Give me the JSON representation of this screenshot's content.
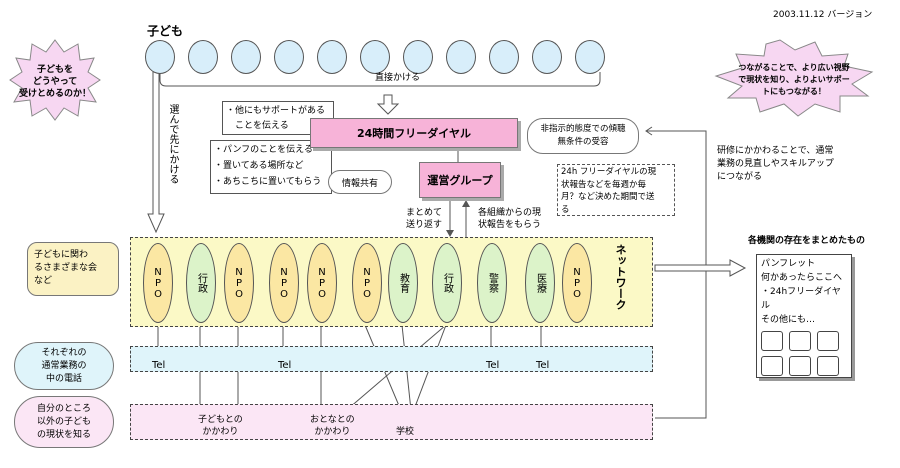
{
  "version": "2003.11.12 バージョン",
  "children_label": "子ども",
  "starburst_left": [
    "子どもを",
    "どうやって",
    "受けとめるのか！"
  ],
  "starburst_right": [
    "つながることで、より広い視野",
    "で現状を知り、よりよいサポー",
    "トにもつながる！"
  ],
  "direct_label": "直接かける",
  "choose_label": "選んで先にかける",
  "support_box": [
    "・他にもサポートがある",
    "　ことを伝える"
  ],
  "pamphlet_box": [
    "・パンフのことを伝える",
    "・置いてある場所など",
    "・あちこちに置いてもらう"
  ],
  "hotline": "24時間フリーダイヤル",
  "listening": [
    "非指示的態度での傾聴",
    "無条件の受容"
  ],
  "op_group": "運営グループ",
  "info_share": "情報共有",
  "report_box": [
    "24h フリーダイヤルの現",
    "状報告などを毎週か毎",
    "月？など決めた期間で送",
    "る"
  ],
  "training": [
    "研修にかかわることで、通常",
    "業務の見直しやスキルアップ",
    "につながる"
  ],
  "summary_label": [
    "まとめて",
    "送り返す"
  ],
  "org_report": [
    "各組織からの現",
    "状報告をもらう"
  ],
  "network_label": "ネットワーク",
  "network_desc": [
    "子どもに関わ",
    "るさまざまな会",
    "など"
  ],
  "orgs": [
    "NPO",
    "行政",
    "NPO",
    "NPO",
    "NPO",
    "NPO",
    "教育",
    "行政",
    "警察",
    "医療",
    "NPO"
  ],
  "daily_desc": [
    "それぞれの",
    "通常業務の",
    "中の電話"
  ],
  "other_desc": [
    "自分のところ",
    "以外の子ども",
    "の現状を知る"
  ],
  "tel": "Tel",
  "bottom_labels": [
    "子どもとの\nかかわり",
    "おとなとの\nかかわり",
    "学校"
  ],
  "summary_title": "各機関の存在をまとめたもの",
  "pamphlet": {
    "title": "パンフレット",
    "line1": "何かあったらここへ",
    "line2": "・24hフリーダイヤル",
    "line3": "その他にも…"
  },
  "colors": {
    "child": "#d8eefa",
    "npo": "#fbe7a3",
    "gov": "#dcf3c9",
    "hotline": "#f7b3d8",
    "net_bg": "#fbf9c6",
    "tel_bg": "#dff4fa",
    "bottom_bg": "#fbe6f5"
  }
}
